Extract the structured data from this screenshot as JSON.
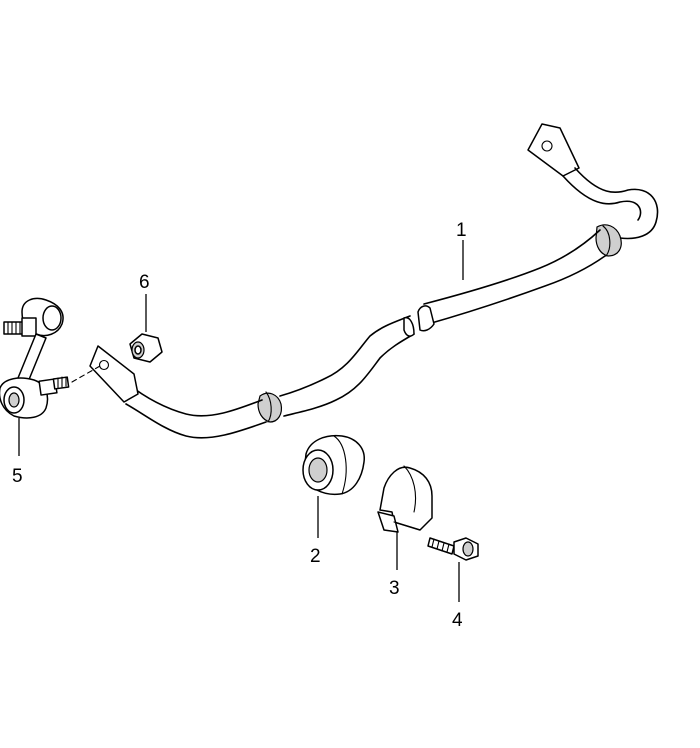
{
  "callouts": {
    "c1": "1",
    "c2": "2",
    "c3": "3",
    "c4": "4",
    "c5": "5",
    "c6": "6"
  },
  "colors": {
    "line": "#000000",
    "background": "#ffffff",
    "shading": "#cfcfcf"
  }
}
